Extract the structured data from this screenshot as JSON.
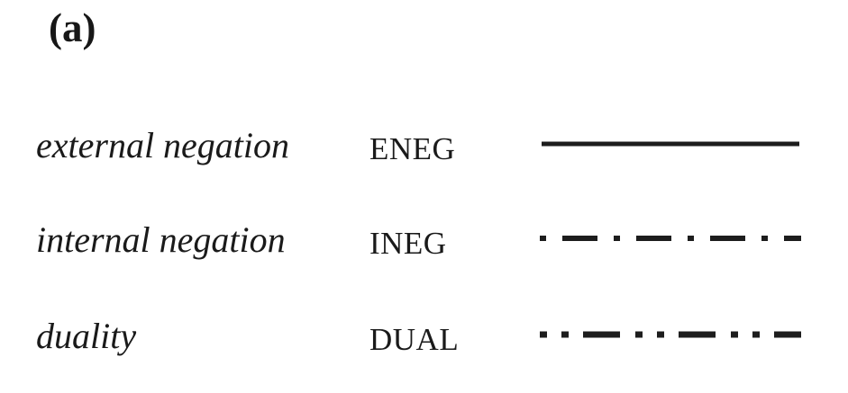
{
  "figure": {
    "panel_label": "(a)",
    "line_color": "#1d1d1d",
    "rows": [
      {
        "label": "external negation",
        "code": "ENEG",
        "line_style": "solid",
        "dash_pattern": "none"
      },
      {
        "label": "internal negation",
        "code": "INEG",
        "line_style": "dash-dot",
        "dash_pattern": "7 18 39 18"
      },
      {
        "label": "duality",
        "code": "DUAL",
        "line_style": "dot-dot-dash",
        "dash_pattern": "8 16 8 16 41 17"
      }
    ]
  }
}
